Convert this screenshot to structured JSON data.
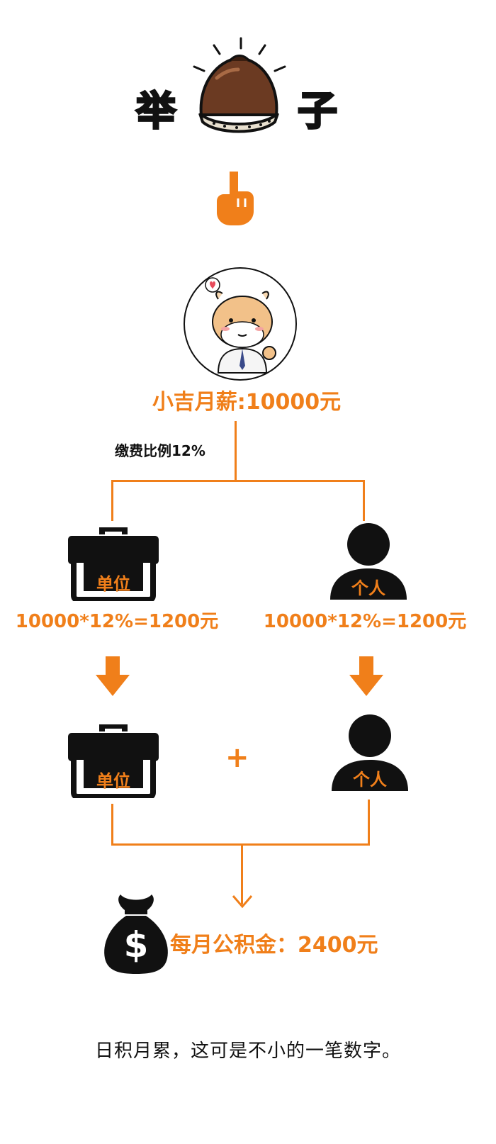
{
  "header": {
    "title_left": "举",
    "title_right": "子"
  },
  "example": {
    "salary_label": "小吉月薪:10000元",
    "rate_label": "缴费比例12%"
  },
  "branches": {
    "employer_label": "单位",
    "personal_label": "个人",
    "employer_calc": "10000*12%=1200元",
    "personal_calc": "10000*12%=1200元"
  },
  "sum": {
    "employer_label": "单位",
    "personal_label": "个人",
    "plus": "+"
  },
  "result": {
    "label": "每月公积金：2400元",
    "money_symbol": "$"
  },
  "closing": {
    "text": "日积月累，这可是不小的一笔数字。"
  },
  "colors": {
    "accent": "#f07f1a",
    "dark": "#111111",
    "chestnut": "#6b3a22"
  },
  "icons": [
    "chestnut-icon",
    "pointing-finger-icon",
    "cow-avatar-icon",
    "briefcase-icon",
    "person-icon",
    "down-arrow-icon",
    "money-bag-icon"
  ]
}
